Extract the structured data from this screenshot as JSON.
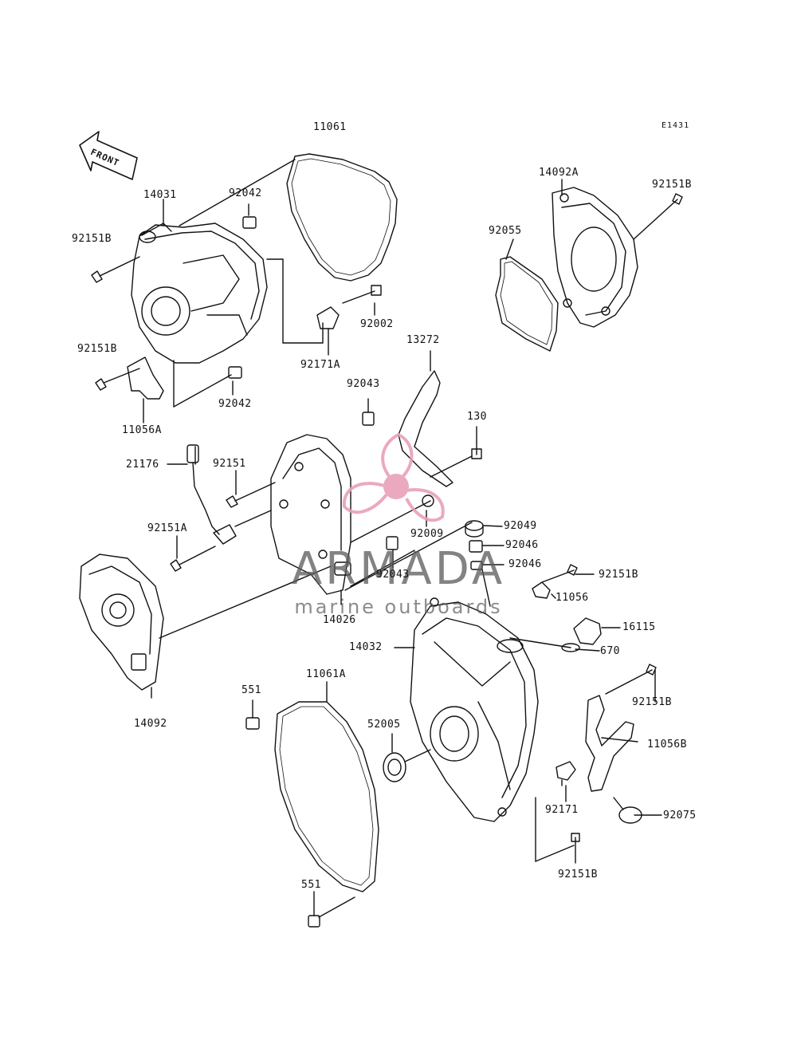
{
  "diagram": {
    "code": "E1431",
    "direction_label": "FRONT"
  },
  "labels": {
    "p11061": "11061",
    "p14031": "14031",
    "p92042a": "92042",
    "p92151b_1": "92151B",
    "p92151b_2": "92151B",
    "p92002": "92002",
    "p92171a": "92171A",
    "p92042b": "92042",
    "p11056a": "11056A",
    "p14092a": "14092A",
    "p92151b_3": "92151B",
    "p92055": "92055",
    "p13272": "13272",
    "p92043a": "92043",
    "p130": "130",
    "p21176": "21176",
    "p92151": "92151",
    "p92151a": "92151A",
    "p92009": "92009",
    "p92049": "92049",
    "p92046a": "92046",
    "p92046b": "92046",
    "p92043b": "92043",
    "p92151b_4": "92151B",
    "p11056": "11056",
    "p14026": "14026",
    "p16115": "16115",
    "p14032": "14032",
    "p670": "670",
    "p92151b_5": "92151B",
    "p14092": "14092",
    "p551a": "551",
    "p11061a": "11061A",
    "p52005": "52005",
    "p11056b": "11056B",
    "p92171": "92171",
    "p92075": "92075",
    "p92151b_6": "92151B",
    "p551b": "551"
  },
  "watermark": {
    "title": "ARMADA",
    "subtitle": "marine outboards",
    "logo_color": "#e8a0b8"
  }
}
